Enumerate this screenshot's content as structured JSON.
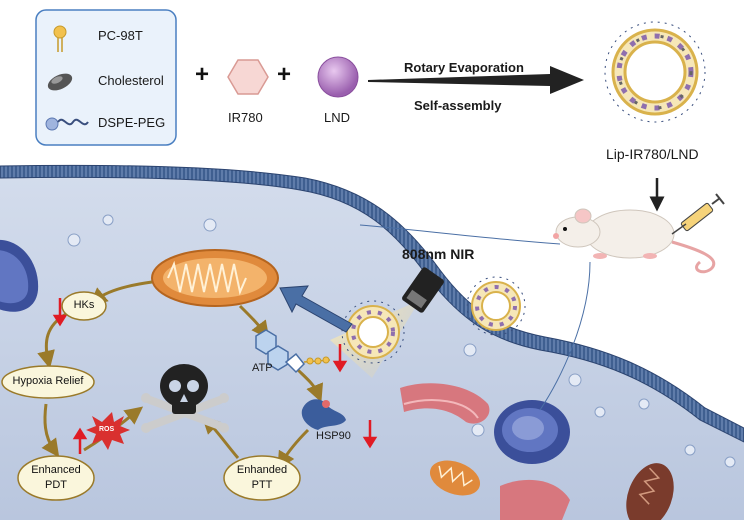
{
  "legend": {
    "items": [
      {
        "label": "PC-98T",
        "icon": "lipid-icon"
      },
      {
        "label": "Cholesterol",
        "icon": "cholesterol-icon"
      },
      {
        "label": "DSPE-PEG",
        "icon": "peg-chain-icon"
      }
    ]
  },
  "formulation": {
    "plus": "+",
    "ir780": "IR780",
    "lnd": "LND",
    "process_top": "Rotary Evaporation",
    "process_bottom": "Self-assembly",
    "product": "Lip-IR780/LND"
  },
  "therapy": {
    "laser": "808nm NIR"
  },
  "pathway": {
    "hks": "HKs",
    "hypoxia": "Hypoxia Relief",
    "pdt_line1": "Enhanced",
    "pdt_line2": "PDT",
    "ptt_line1": "Enhanded",
    "ptt_line2": "PTT",
    "atp": "ATP",
    "hsp90": "HSP90",
    "ros": "ROS"
  },
  "colors": {
    "legend_border": "#4a7fc1",
    "cell_fill": "#c9d4e6",
    "membrane": "#3d5f93",
    "arrow_brown": "#9a7a2a",
    "down_arrow": "#e01b24",
    "laser_arrow": "#4a6fa5",
    "mitochondria": "#e08a3c",
    "node_fill": "#faf6dc"
  }
}
